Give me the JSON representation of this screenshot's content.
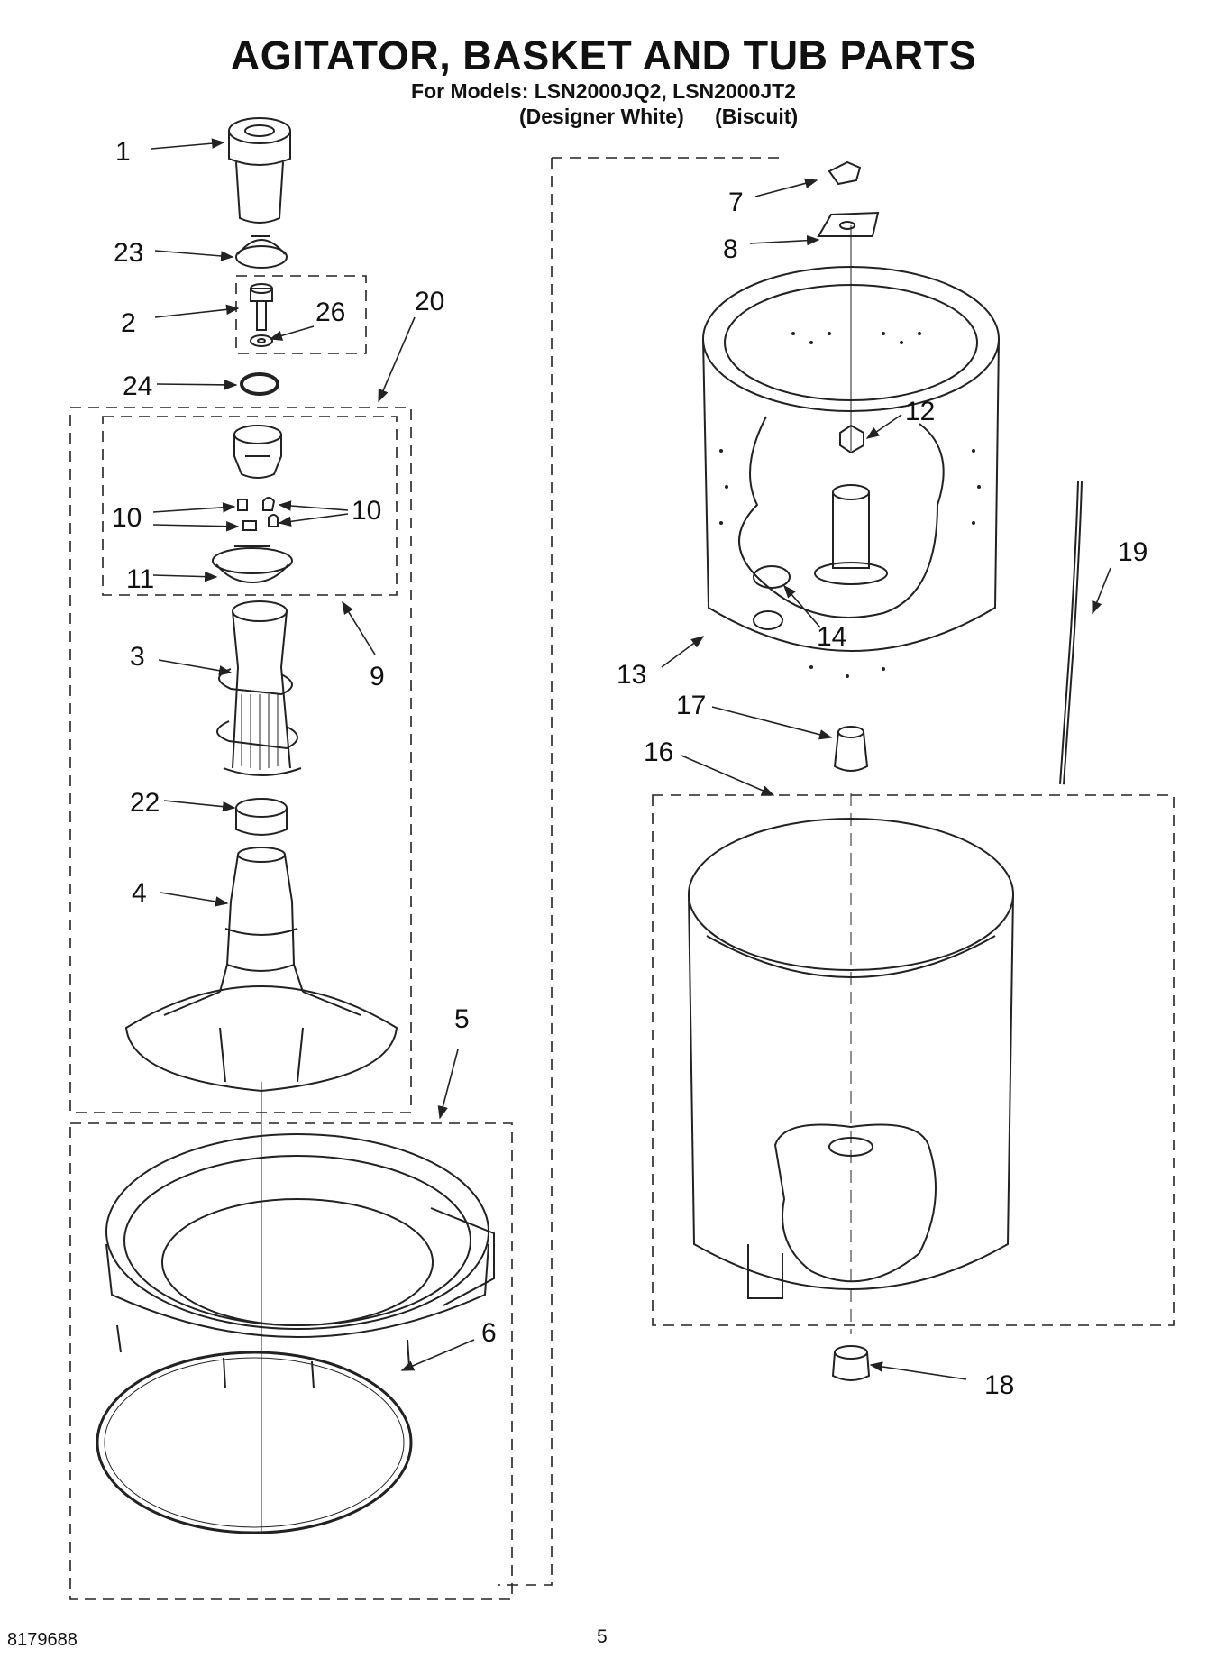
{
  "page": {
    "title": "AGITATOR, BASKET AND TUB PARTS",
    "subtitle": "For Models: LSN2000JQ2, LSN2000JT2",
    "variants": [
      "(Designer White)",
      "(Biscuit)"
    ],
    "doc_number": "8179688",
    "page_number": "5"
  },
  "callouts": {
    "c1": "1",
    "c23": "23",
    "c2": "2",
    "c26": "26",
    "c20": "20",
    "c24": "24",
    "c10a": "10",
    "c10b": "10",
    "c11": "11",
    "c9": "9",
    "c3": "3",
    "c22": "22",
    "c4": "4",
    "c5": "5",
    "c6": "6",
    "c7": "7",
    "c8": "8",
    "c12": "12",
    "c19": "19",
    "c14": "14",
    "c13": "13",
    "c17": "17",
    "c16": "16",
    "c18": "18"
  },
  "parts": [
    {
      "id": "1",
      "name": "agitator-cap"
    },
    {
      "id": "2",
      "name": "bolt"
    },
    {
      "id": "3",
      "name": "agitator-barrel"
    },
    {
      "id": "4",
      "name": "agitator-base"
    },
    {
      "id": "5",
      "name": "tub-ring"
    },
    {
      "id": "6",
      "name": "ring-seal"
    },
    {
      "id": "7",
      "name": "clip"
    },
    {
      "id": "8",
      "name": "bracket"
    },
    {
      "id": "9",
      "name": "cam-kit"
    },
    {
      "id": "10",
      "name": "dogs"
    },
    {
      "id": "11",
      "name": "cam"
    },
    {
      "id": "12",
      "name": "spanner-nut"
    },
    {
      "id": "13",
      "name": "basket"
    },
    {
      "id": "14",
      "name": "plug"
    },
    {
      "id": "16",
      "name": "outer-tub"
    },
    {
      "id": "17",
      "name": "bushing"
    },
    {
      "id": "18",
      "name": "grommet"
    },
    {
      "id": "19",
      "name": "hose"
    },
    {
      "id": "20",
      "name": "agitator-assembly"
    },
    {
      "id": "22",
      "name": "spline-insert"
    },
    {
      "id": "23",
      "name": "cap-insert"
    },
    {
      "id": "24",
      "name": "washer"
    },
    {
      "id": "26",
      "name": "washer-small"
    }
  ]
}
